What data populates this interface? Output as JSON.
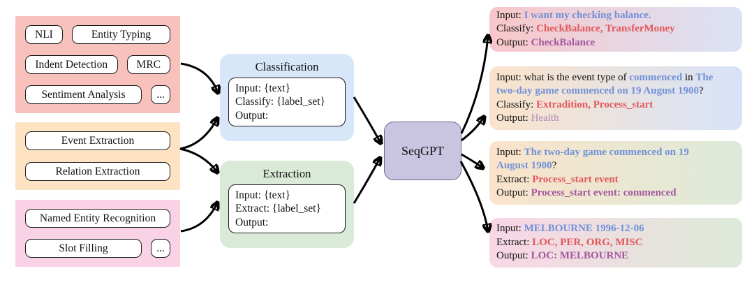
{
  "colors": {
    "arrow": "#000000",
    "pill_border": "#1c1c1c",
    "text_label": "#111111",
    "text_blue": "#7191d8",
    "text_red": "#e2575b",
    "text_purple": "#a4569e",
    "text_purple_light": "#b284bc",
    "model_bg": "#c9c4e0",
    "model_border": "#6b6597"
  },
  "left_groups": [
    {
      "id": "classification-task-group",
      "bg": "#f9c1bc",
      "rows": [
        [
          {
            "label": "NLI",
            "fit": true
          },
          {
            "label": "Entity Typing"
          }
        ],
        [
          {
            "label": "Indent Detection"
          },
          {
            "label": "MRC",
            "fit": true
          }
        ],
        [
          {
            "label": "Sentiment Analysis"
          },
          {
            "label": "...",
            "dots": true
          }
        ]
      ]
    },
    {
      "id": "extraction-task-group",
      "bg": "#fde3c2",
      "rows": [
        [
          {
            "label": "Event Extraction"
          }
        ],
        [
          {
            "label": "Relation Extraction"
          }
        ]
      ]
    },
    {
      "id": "span-task-group",
      "bg": "#f9d3e5",
      "rows": [
        [
          {
            "label": "Named Entity Recognition"
          }
        ],
        [
          {
            "label": "Slot Filling"
          },
          {
            "label": "...",
            "dots": true
          }
        ]
      ]
    }
  ],
  "panels": [
    {
      "title": "Classification",
      "bg": "#d7e6f8",
      "lines": [
        "Input: {text}",
        "Classify: {label_set}",
        "Output:"
      ]
    },
    {
      "title": "Extraction",
      "bg": "#daead9",
      "lines": [
        "Input: {text}",
        "Extract: {label_set}",
        "Output:"
      ]
    }
  ],
  "model": {
    "label": "SeqGPT"
  },
  "examples": [
    {
      "from": "#f8c6c9",
      "to": "#dae3f6",
      "lines": [
        [
          {
            "t": "Input: ",
            "s": "label"
          },
          {
            "t": "I want my checking balance.",
            "s": "blue"
          }
        ],
        [
          {
            "t": "Classify: ",
            "s": "label"
          },
          {
            "t": "CheckBalance, TransferMoney",
            "s": "red"
          }
        ],
        [
          {
            "t": "Output: ",
            "s": "label"
          },
          {
            "t": "CheckBalance",
            "s": "purple"
          }
        ]
      ]
    },
    {
      "from": "#fae3cb",
      "to": "#d7e3f8",
      "lines": [
        [
          {
            "t": "Input: what is the event type of ",
            "s": "label"
          },
          {
            "t": "commenced",
            "s": "blue"
          },
          {
            "t": " in ",
            "s": "label"
          },
          {
            "t": "The",
            "s": "blue"
          }
        ],
        [
          {
            "t": "two-day game commenced on 19 August 1900",
            "s": "blue"
          },
          {
            "t": "?",
            "s": "label"
          }
        ],
        [
          {
            "t": "Classify: ",
            "s": "label"
          },
          {
            "t": "Extradition, Process_start",
            "s": "red"
          }
        ],
        [
          {
            "t": "Output: ",
            "s": "label"
          },
          {
            "t": "Health",
            "s": "purple_light"
          }
        ]
      ]
    },
    {
      "from": "#fae3cb",
      "to": "#dcead8",
      "lines": [
        [
          {
            "t": "Input: ",
            "s": "label"
          },
          {
            "t": "The two-day game commenced on 19",
            "s": "blue"
          }
        ],
        [
          {
            "t": "August 1900",
            "s": "blue"
          },
          {
            "t": "?",
            "s": "label"
          }
        ],
        [
          {
            "t": "Extract: ",
            "s": "label"
          },
          {
            "t": "Process_start event",
            "s": "red"
          }
        ],
        [
          {
            "t": "Output: ",
            "s": "label"
          },
          {
            "t": "Process_start event: commenced",
            "s": "purple"
          }
        ]
      ]
    },
    {
      "from": "#f9d6e6",
      "to": "#dcead8",
      "lines": [
        [
          {
            "t": "Input: ",
            "s": "label"
          },
          {
            "t": "MELBOURNE 1996-12-06",
            "s": "blue"
          }
        ],
        [
          {
            "t": "Extract: ",
            "s": "label"
          },
          {
            "t": "LOC, PER, ORG, MISC",
            "s": "red"
          }
        ],
        [
          {
            "t": "Output: ",
            "s": "label"
          },
          {
            "t": "LOC: MELBOURNE",
            "s": "purple"
          }
        ]
      ]
    }
  ]
}
